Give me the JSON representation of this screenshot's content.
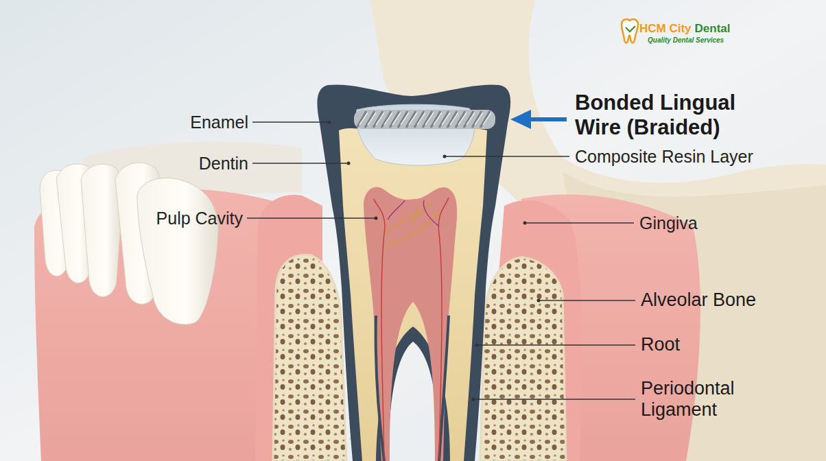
{
  "diagram": {
    "labels": [
      "HCM City",
      "Dental",
      "Quality Dental Services",
      "Enamel",
      "Dentin",
      "Pulp Cavity",
      "Bonded Lingual Wire (Braided)",
      "Composite Resin Layer",
      "Gingiva",
      "Alveolar Bone",
      "Root",
      "Periodontal Ligament"
    ]
  }
}
